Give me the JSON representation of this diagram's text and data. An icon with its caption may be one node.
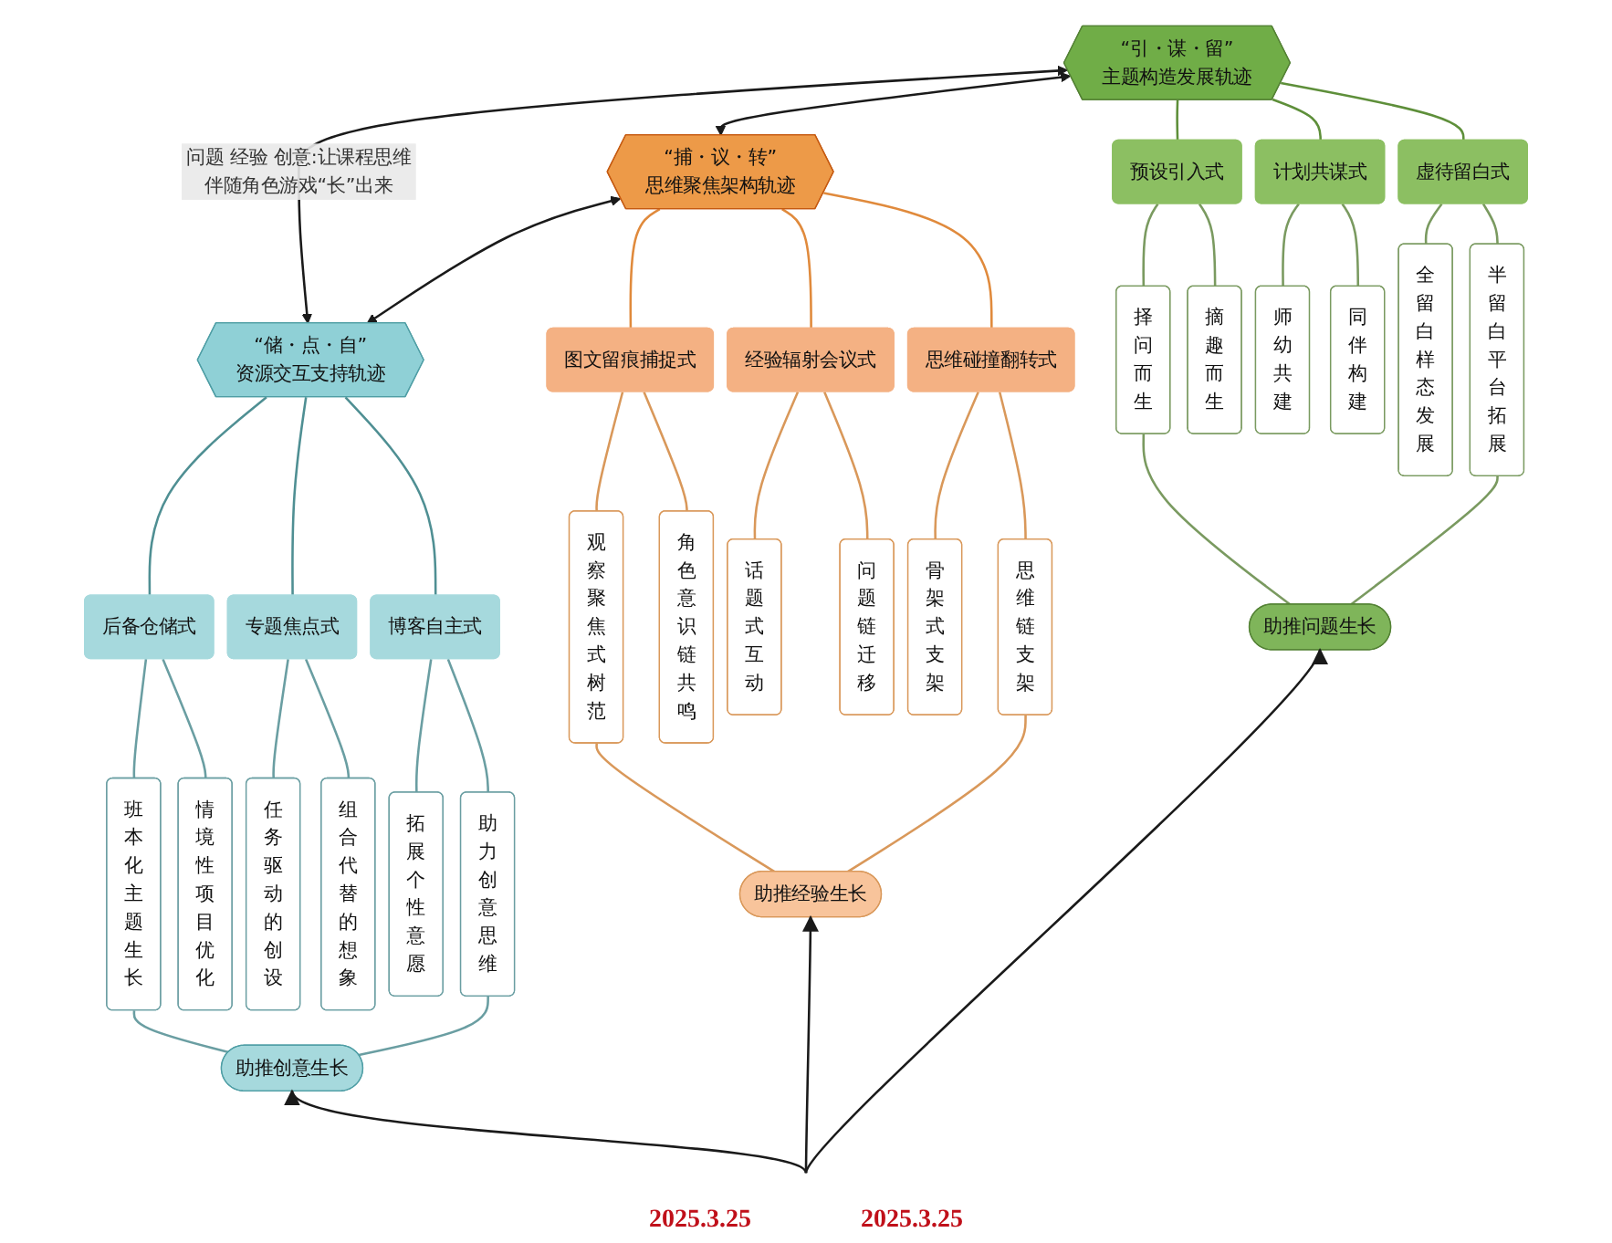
{
  "diagram": {
    "nodes": [
      {
        "text": [
          "“引・谋・留”",
          "主题构造发展轨迹"
        ]
      },
      {
        "text": [
          "“捕・议・转”",
          "思维聚焦架构轨迹"
        ]
      },
      {
        "text": [
          "“储・点・自”",
          "资源交互支持轨迹"
        ]
      },
      {
        "text": [
          "预设引入式"
        ]
      },
      {
        "text": [
          "计划共谋式"
        ]
      },
      {
        "text": [
          "虚待留白式"
        ]
      },
      {
        "text": [
          "图文留痕捕捉式"
        ]
      },
      {
        "text": [
          "经验辐射会议式"
        ]
      },
      {
        "text": [
          "思维碰撞翻转式"
        ]
      },
      {
        "text": [
          "后备仓储式"
        ]
      },
      {
        "text": [
          "专题焦点式"
        ]
      },
      {
        "text": [
          "博客自主式"
        ]
      },
      {
        "text": [
          "择问而生"
        ]
      },
      {
        "text": [
          "摘趣而生"
        ]
      },
      {
        "text": [
          "师幼共建"
        ]
      },
      {
        "text": [
          "同伴构建"
        ]
      },
      {
        "text": [
          "全留白样态发展"
        ]
      },
      {
        "text": [
          "半留白平台拓展"
        ]
      },
      {
        "text": [
          "观察聚焦式树范"
        ]
      },
      {
        "text": [
          "角色意识链共鸣"
        ]
      },
      {
        "text": [
          "话题式互动"
        ]
      },
      {
        "text": [
          "问题链迁移"
        ]
      },
      {
        "text": [
          "骨架式支架"
        ]
      },
      {
        "text": [
          "思维链支架"
        ]
      },
      {
        "text": [
          "班本化主题生长"
        ]
      },
      {
        "text": [
          "情境性项目优化"
        ]
      },
      {
        "text": [
          "任务驱动的创设"
        ]
      },
      {
        "text": [
          "组合代替的想象"
        ]
      },
      {
        "text": [
          "拓展个性意愿"
        ]
      },
      {
        "text": [
          "助力创意思维"
        ]
      },
      {
        "text": [
          "助推问题生长"
        ]
      },
      {
        "text": [
          "助推经验生长"
        ]
      },
      {
        "text": [
          "助推创意生长"
        ]
      }
    ],
    "edges": [
      {
        "from": 0,
        "to": 2,
        "arrow": "both",
        "color": "#1a1a1a",
        "label": "问题 经验 创意:让课程思维伴随角色游戏“长”出来"
      },
      {
        "from": 0,
        "to": 1,
        "arrow": "both",
        "color": "#1a1a1a"
      },
      {
        "from": 1,
        "to": 2,
        "arrow": "both",
        "color": "#1a1a1a"
      },
      {
        "from": 0,
        "to": 3,
        "arrow": "none",
        "color": "#5e8f3a"
      },
      {
        "from": 0,
        "to": 4,
        "arrow": "none",
        "color": "#5e8f3a"
      },
      {
        "from": 0,
        "to": 5,
        "arrow": "none",
        "color": "#5e8f3a"
      },
      {
        "from": 1,
        "to": 6,
        "arrow": "none",
        "color": "#e08a3c"
      },
      {
        "from": 1,
        "to": 7,
        "arrow": "none",
        "color": "#e08a3c"
      },
      {
        "from": 1,
        "to": 8,
        "arrow": "none",
        "color": "#e08a3c"
      },
      {
        "from": 2,
        "to": 9,
        "arrow": "none",
        "color": "#4f8f93"
      },
      {
        "from": 2,
        "to": 10,
        "arrow": "none",
        "color": "#4f8f93"
      },
      {
        "from": 2,
        "to": 11,
        "arrow": "none",
        "color": "#4f8f93"
      },
      {
        "from": 3,
        "to": 12,
        "arrow": "none",
        "color": "#7a9a60"
      },
      {
        "from": 3,
        "to": 13,
        "arrow": "none",
        "color": "#7a9a60"
      },
      {
        "from": 4,
        "to": 14,
        "arrow": "none",
        "color": "#7a9a60"
      },
      {
        "from": 4,
        "to": 15,
        "arrow": "none",
        "color": "#7a9a60"
      },
      {
        "from": 5,
        "to": 16,
        "arrow": "none",
        "color": "#7a9a60"
      },
      {
        "from": 5,
        "to": 17,
        "arrow": "none",
        "color": "#7a9a60"
      },
      {
        "from": 6,
        "to": 18,
        "arrow": "none",
        "color": "#d9985a"
      },
      {
        "from": 6,
        "to": 19,
        "arrow": "none",
        "color": "#d9985a"
      },
      {
        "from": 7,
        "to": 20,
        "arrow": "none",
        "color": "#d9985a"
      },
      {
        "from": 7,
        "to": 21,
        "arrow": "none",
        "color": "#d9985a"
      },
      {
        "from": 8,
        "to": 22,
        "arrow": "none",
        "color": "#d9985a"
      },
      {
        "from": 8,
        "to": 23,
        "arrow": "none",
        "color": "#d9985a"
      },
      {
        "from": 9,
        "to": 24,
        "arrow": "none",
        "color": "#6a9ea2"
      },
      {
        "from": 9,
        "to": 25,
        "arrow": "none",
        "color": "#6a9ea2"
      },
      {
        "from": 10,
        "to": 26,
        "arrow": "none",
        "color": "#6a9ea2"
      },
      {
        "from": 10,
        "to": 27,
        "arrow": "none",
        "color": "#6a9ea2"
      },
      {
        "from": 11,
        "to": 28,
        "arrow": "none",
        "color": "#6a9ea2"
      },
      {
        "from": 11,
        "to": 29,
        "arrow": "none",
        "color": "#6a9ea2"
      },
      {
        "from": 12,
        "to": 30,
        "arrow": "none",
        "color": "#7a9a60"
      },
      {
        "from": 17,
        "to": 30,
        "arrow": "none",
        "color": "#7a9a60"
      },
      {
        "from": 18,
        "to": 31,
        "arrow": "none",
        "color": "#d9985a"
      },
      {
        "from": 23,
        "to": 31,
        "arrow": "none",
        "color": "#d9985a"
      },
      {
        "from": 24,
        "to": 32,
        "arrow": "none",
        "color": "#6a9ea2"
      },
      {
        "from": 29,
        "to": 32,
        "arrow": "none",
        "color": "#6a9ea2"
      },
      {
        "from": null,
        "to": 30,
        "arrow": "to",
        "color": "#1a1a1a"
      },
      {
        "from": null,
        "to": 31,
        "arrow": "to",
        "color": "#1a1a1a"
      },
      {
        "from": null,
        "to": 32,
        "arrow": "to",
        "color": "#1a1a1a"
      }
    ],
    "labels": [
      "2025.3.25",
      "2025.3.25"
    ]
  }
}
